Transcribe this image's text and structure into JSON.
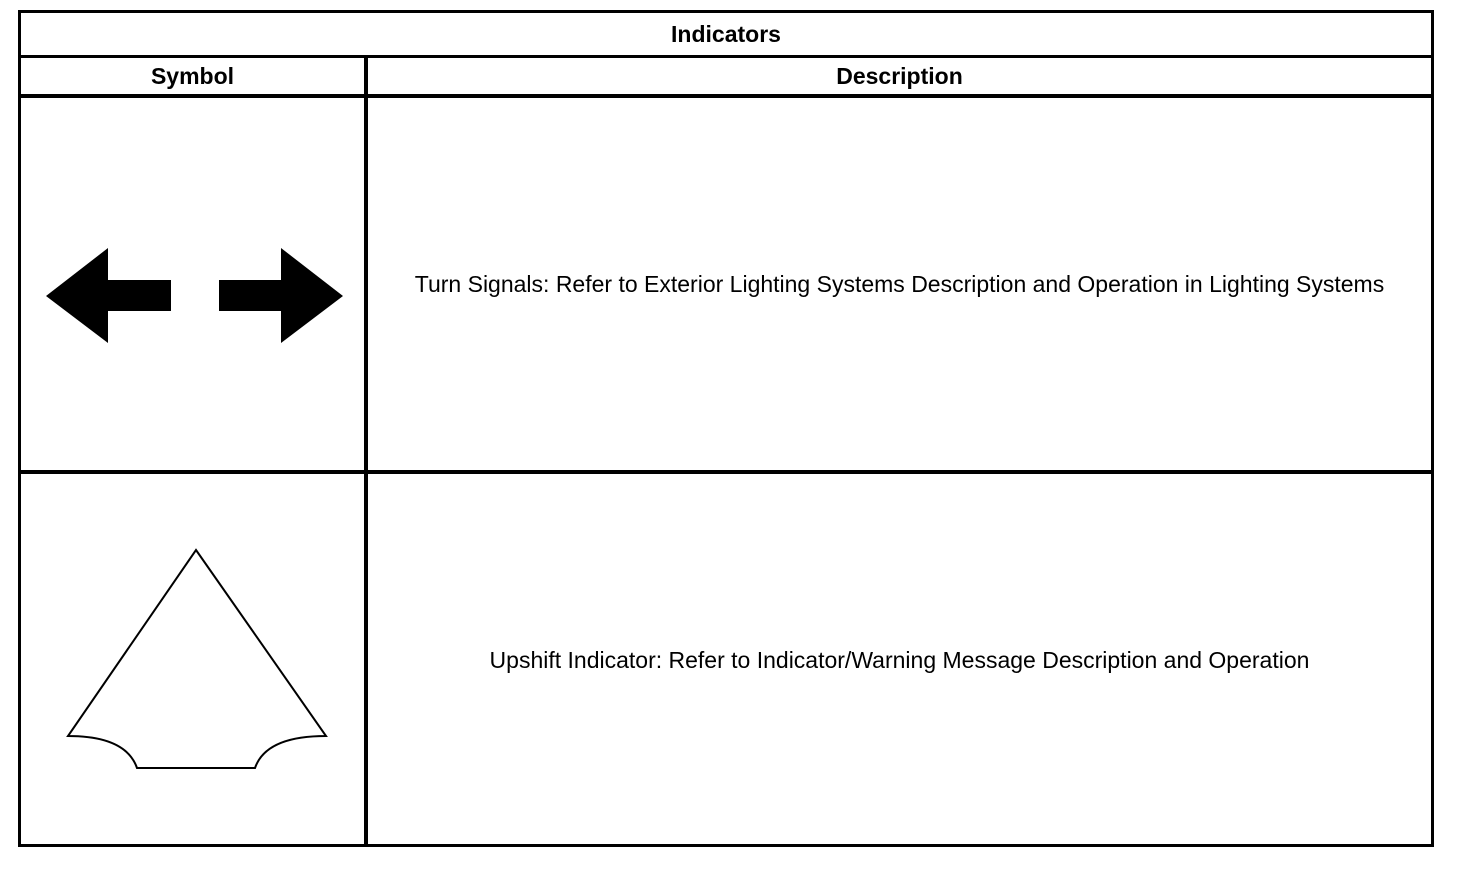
{
  "table": {
    "title": "Indicators",
    "columns": {
      "symbol": "Symbol",
      "description": "Description"
    },
    "rows": [
      {
        "symbol_icon": "turn-signal-arrows-icon",
        "description": "Turn Signals: Refer to Exterior Lighting Systems Description and Operation in Lighting Systems"
      },
      {
        "symbol_icon": "upshift-indicator-icon",
        "description": "Upshift Indicator: Refer to Indicator/Warning Message Description and Operation"
      }
    ]
  },
  "colors": {
    "line": "#000000",
    "background": "#ffffff"
  }
}
